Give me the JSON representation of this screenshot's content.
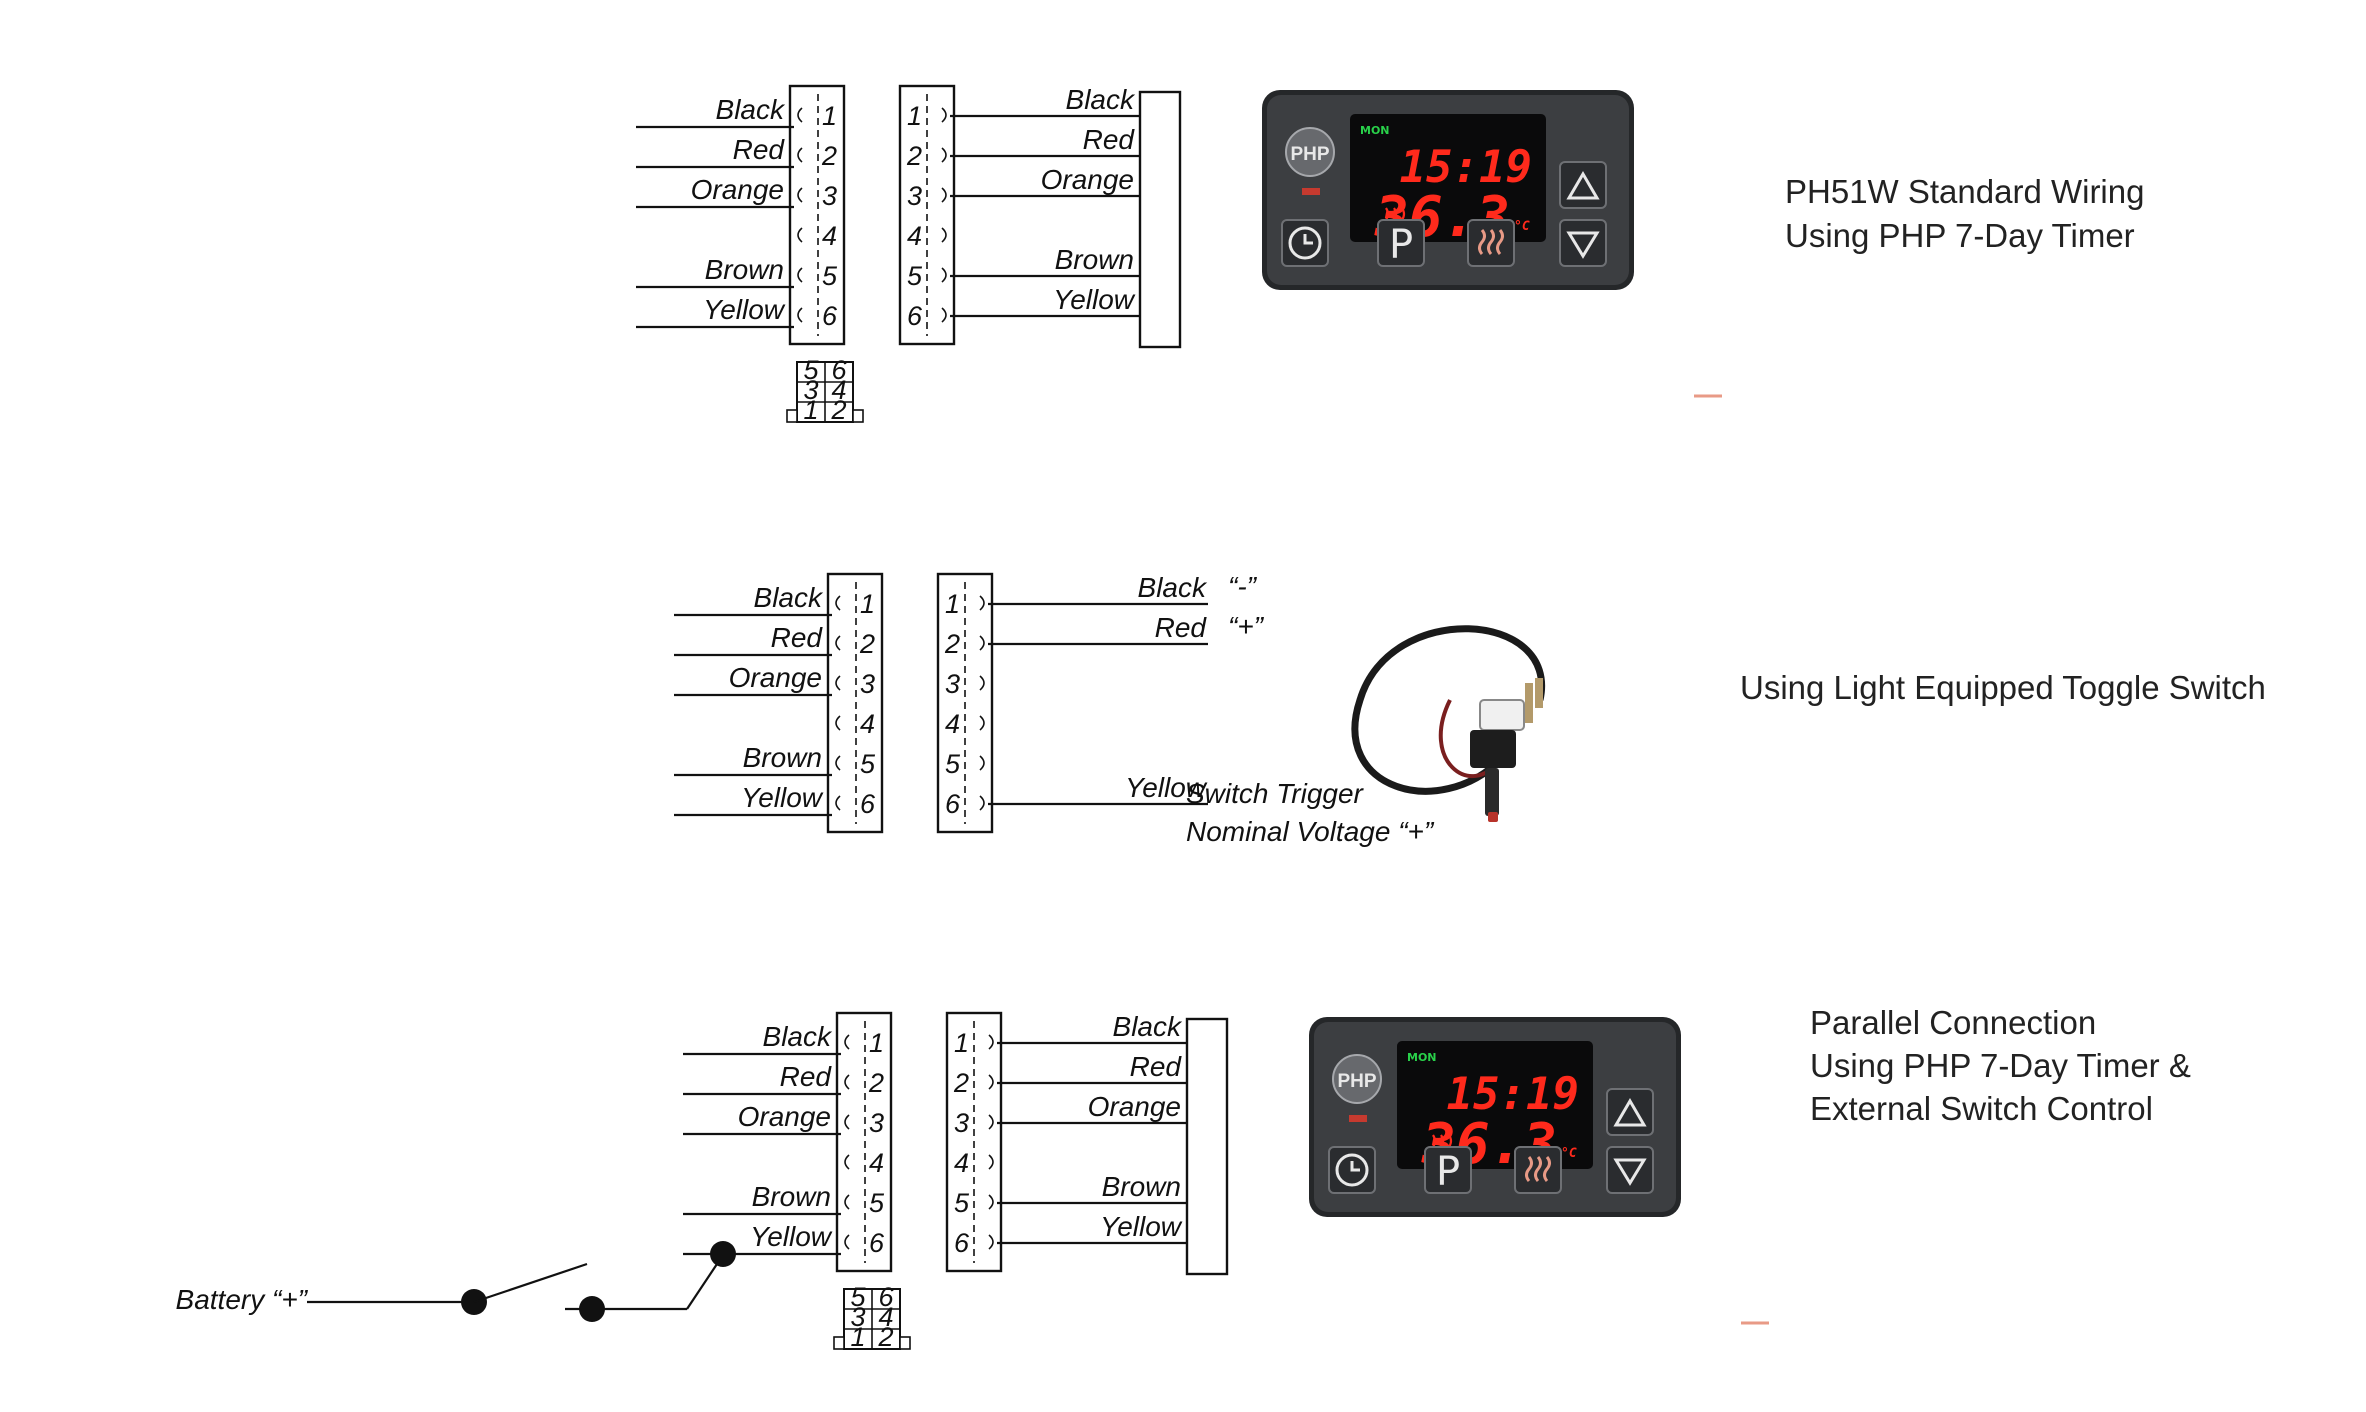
{
  "sections": [
    {
      "caption_lines": [
        "PH51W Standard Wiring",
        "Using PHP 7-Day Timer"
      ],
      "left_wires": [
        "Black",
        "Red",
        "Orange",
        "",
        "Brown",
        "Yellow"
      ],
      "right_wires": [
        "Black",
        "Red",
        "Orange",
        "",
        "Brown",
        "Yellow"
      ]
    },
    {
      "caption_lines": [
        "Using Light Equipped Toggle Switch"
      ],
      "left_wires": [
        "Black",
        "Red",
        "Orange",
        "",
        "Brown",
        "Yellow"
      ],
      "right_wires": [
        "Black",
        "Red",
        "",
        "",
        "",
        "Yellow"
      ],
      "polarity": [
        "“-”",
        "“+”"
      ],
      "trigger_lines": [
        "Switch Trigger",
        "Nominal Voltage “+”"
      ]
    },
    {
      "caption_lines": [
        "Parallel Connection",
        "Using PHP 7-Day Timer &",
        "External Switch Control"
      ],
      "left_wires": [
        "Black",
        "Red",
        "Orange",
        "",
        "Brown",
        "Yellow"
      ],
      "right_wires": [
        "Black",
        "Red",
        "Orange",
        "",
        "Brown",
        "Yellow"
      ],
      "battery_label": "Battery “+”"
    }
  ],
  "pin_numbers": [
    "1",
    "2",
    "3",
    "4",
    "5",
    "6"
  ],
  "pinout_grid": [
    [
      "5",
      "6"
    ],
    [
      "3",
      "4"
    ],
    [
      "1",
      "2"
    ]
  ],
  "timer": {
    "logo": "PHP",
    "day": "MON",
    "time": "15:19",
    "temperature": "36.3",
    "unit": "°C",
    "p_button": "P"
  },
  "colors": {
    "lcd_red": "#ff2a1c",
    "lcd_green": "#29d14a",
    "device_body": "#3c3e41"
  }
}
